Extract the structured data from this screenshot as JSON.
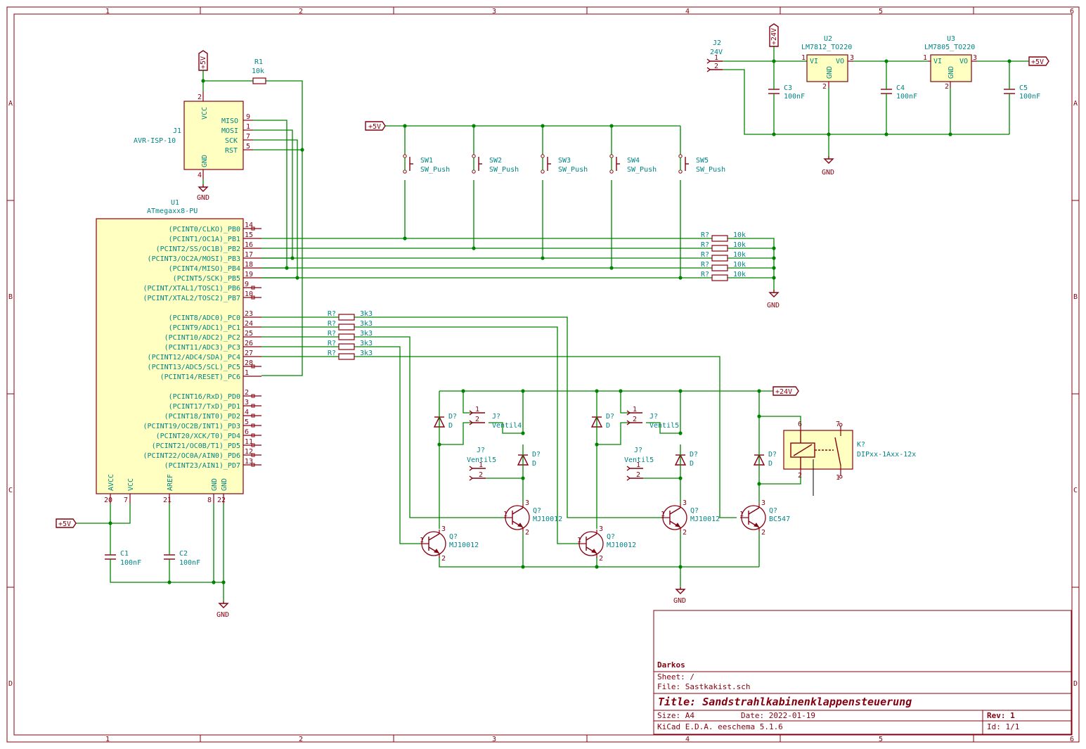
{
  "frame": {
    "cols": [
      "1",
      "2",
      "3",
      "4",
      "5",
      "6"
    ],
    "rows": [
      "A",
      "B",
      "C",
      "D"
    ]
  },
  "title_block": {
    "company": "Darkos",
    "sheet": "Sheet: /",
    "file": "File: Sastkakist.sch",
    "title": "Title: Sandstrahlkabinenklappensteuerung",
    "size": "Size: A4",
    "date": "Date: 2022-01-19",
    "rev": "Rev: 1",
    "tool": "KiCad E.D.A.  eeschema 5.1.6",
    "id": "Id: 1/1"
  },
  "power": {
    "p5v": "+5V",
    "p24v": "+24V",
    "gnd": "GND"
  },
  "components": {
    "r1_ref": "R1",
    "r1_val": "10k",
    "j1_ref": "J1",
    "j1_val": "AVR-ISP-10",
    "j1_pins": [
      "MISO",
      "MOSI",
      "SCK",
      "RST"
    ],
    "j1_pin_nums": [
      "9",
      "1",
      "7",
      "5"
    ],
    "j1_vcc": "VCC",
    "j1_vcc_num": "2",
    "j1_gnd": "GND",
    "j1_gnd_num": "4",
    "u1_ref": "U1",
    "u1_val": "ATmegaxx8-PU",
    "u1_pins_b": [
      {
        "num": "14",
        "name": "(PCINT0/CLKO)_PB0"
      },
      {
        "num": "15",
        "name": "(PCINT1/OC1A)_PB1"
      },
      {
        "num": "16",
        "name": "(PCINT2/SS/OC1B)_PB2"
      },
      {
        "num": "17",
        "name": "(PCINT3/OC2A/MOSI)_PB3"
      },
      {
        "num": "18",
        "name": "(PCINT4/MISO)_PB4"
      },
      {
        "num": "19",
        "name": "(PCINT5/SCK)_PB5"
      },
      {
        "num": "9",
        "name": "(PCINT/XTAL1/TOSC1)_PB6"
      },
      {
        "num": "10",
        "name": "(PCINT/XTAL2/TOSC2)_PB7"
      }
    ],
    "u1_pins_c": [
      {
        "num": "23",
        "name": "(PCINT8/ADC0)_PC0"
      },
      {
        "num": "24",
        "name": "(PCINT9/ADC1)_PC1"
      },
      {
        "num": "25",
        "name": "(PCINT10/ADC2)_PC2"
      },
      {
        "num": "26",
        "name": "(PCINT11/ADC3)_PC3"
      },
      {
        "num": "27",
        "name": "(PCINT12/ADC4/SDA)_PC4"
      },
      {
        "num": "28",
        "name": "(PCINT13/ADC5/SCL)_PC5"
      },
      {
        "num": "1",
        "name": "(PCINT14/RESET)_PC6"
      }
    ],
    "u1_pins_d": [
      {
        "num": "2",
        "name": "(PCINT16/RxD)_PD0"
      },
      {
        "num": "3",
        "name": "(PCINT17/TxD)_PD1"
      },
      {
        "num": "4",
        "name": "(PCINT18/INT0)_PD2"
      },
      {
        "num": "5",
        "name": "(PCINT19/OC2B/INT1)_PD3"
      },
      {
        "num": "6",
        "name": "(PCINT20/XCK/T0)_PD4"
      },
      {
        "num": "11",
        "name": "(PCINT21/OC0B/T1)_PD5"
      },
      {
        "num": "12",
        "name": "(PCINT22/OC0A/AIN0)_PD6"
      },
      {
        "num": "13",
        "name": "(PCINT23/AIN1)_PD7"
      }
    ],
    "u1_bottom": [
      {
        "num": "20",
        "name": "AVCC"
      },
      {
        "num": "7",
        "name": "VCC"
      },
      {
        "num": "21",
        "name": "AREF"
      },
      {
        "num": "8",
        "name": "GND"
      },
      {
        "num": "22",
        "name": "GND"
      }
    ],
    "c1_ref": "C1",
    "c1_val": "100nF",
    "c2_ref": "C2",
    "c2_val": "100nF",
    "c3_ref": "C3",
    "c3_val": "100nF",
    "c4_ref": "C4",
    "c4_val": "100nF",
    "c5_ref": "C5",
    "c5_val": "100nF",
    "j2_ref": "J2",
    "j2_val": "24V",
    "u2_ref": "U2",
    "u2_val": "LM7812_TO220",
    "u3_ref": "U3",
    "u3_val": "LM7805_TO220",
    "reg_vi": "VI",
    "reg_vo": "VO",
    "reg_gnd": "GND",
    "sw": [
      {
        "ref": "SW1",
        "val": "SW_Push"
      },
      {
        "ref": "SW2",
        "val": "SW_Push"
      },
      {
        "ref": "SW3",
        "val": "SW_Push"
      },
      {
        "ref": "SW4",
        "val": "SW_Push"
      },
      {
        "ref": "SW5",
        "val": "SW_Push"
      }
    ],
    "r_unk": "R?",
    "r10k": "10k",
    "r3k3": "3k3",
    "d_ref": "D?",
    "d_val": "D",
    "q_ref": "Q?",
    "q_mj": "MJ10012",
    "q_bc": "BC547",
    "j_unk": "J?",
    "ventil4": "Ventil4",
    "ventil5": "Ventil5",
    "k_ref": "K?",
    "k_val": "DIPxx-1Axx-12x"
  }
}
